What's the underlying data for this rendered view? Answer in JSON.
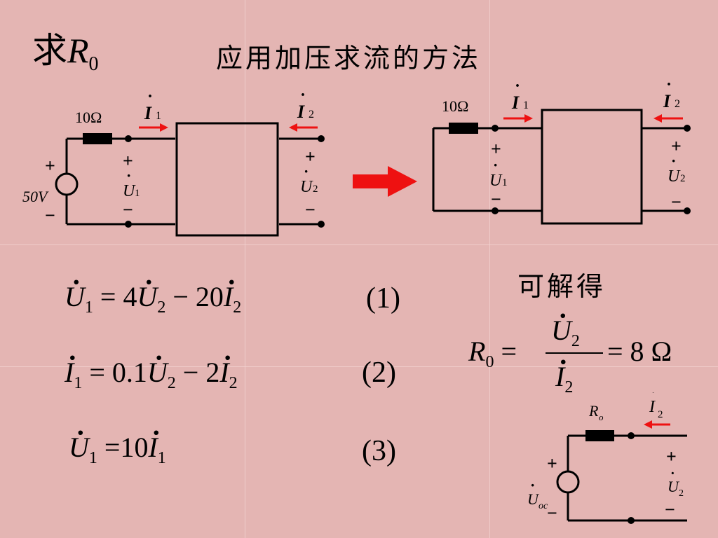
{
  "title": {
    "prefix": "求",
    "var": "R",
    "sub": "0"
  },
  "subtitle": "应用加压求流的方法",
  "circuit1": {
    "resistor": "10Ω",
    "source": "50V",
    "plus": "+",
    "minus": "−",
    "i1": "I",
    "i1sub": "1",
    "i2": "I",
    "i2sub": "2",
    "u1": "U",
    "u1sub": "1",
    "u2": "U",
    "u2sub": "2"
  },
  "circuit2": {
    "resistor": "10Ω",
    "plus": "+",
    "minus": "−",
    "i1": "I",
    "i1sub": "1",
    "i2": "I",
    "i2sub": "2",
    "u1": "U",
    "u1sub": "1",
    "u2": "U",
    "u2sub": "2"
  },
  "equations": [
    {
      "lhs": "U",
      "lhs_sub": "1",
      "rhs": "= 4",
      "v1": "U",
      "v1_sub": "2",
      "mid": "− 20",
      "v2": "I",
      "v2_sub": "2",
      "label": "(1)"
    },
    {
      "lhs": "I",
      "lhs_sub": "1",
      "rhs": "= 0.1",
      "v1": "U",
      "v1_sub": "2",
      "mid": "− 2",
      "v2": "I",
      "v2_sub": "2",
      "label": "(2)"
    },
    {
      "lhs": "U",
      "lhs_sub": "1",
      "rhs": "=10",
      "v1": "I",
      "v1_sub": "1",
      "label": "(3)"
    }
  ],
  "result": {
    "heading": "可解得",
    "lhs": "R",
    "lhs_sub": "0",
    "eq": "=",
    "num": "U",
    "num_sub": "2",
    "den": "I",
    "den_sub": "2",
    "value": "= 8 Ω"
  },
  "circuit3": {
    "resistor": "R",
    "resistor_sub": "o",
    "source": "U",
    "source_sub": "oc",
    "plus": "+",
    "minus": "−",
    "i2": "I",
    "i2sub": "2",
    "u2": "U",
    "u2sub": "2"
  },
  "colors": {
    "arrow": "#ee1111",
    "line": "#000000",
    "background": "#e4b5b3"
  }
}
